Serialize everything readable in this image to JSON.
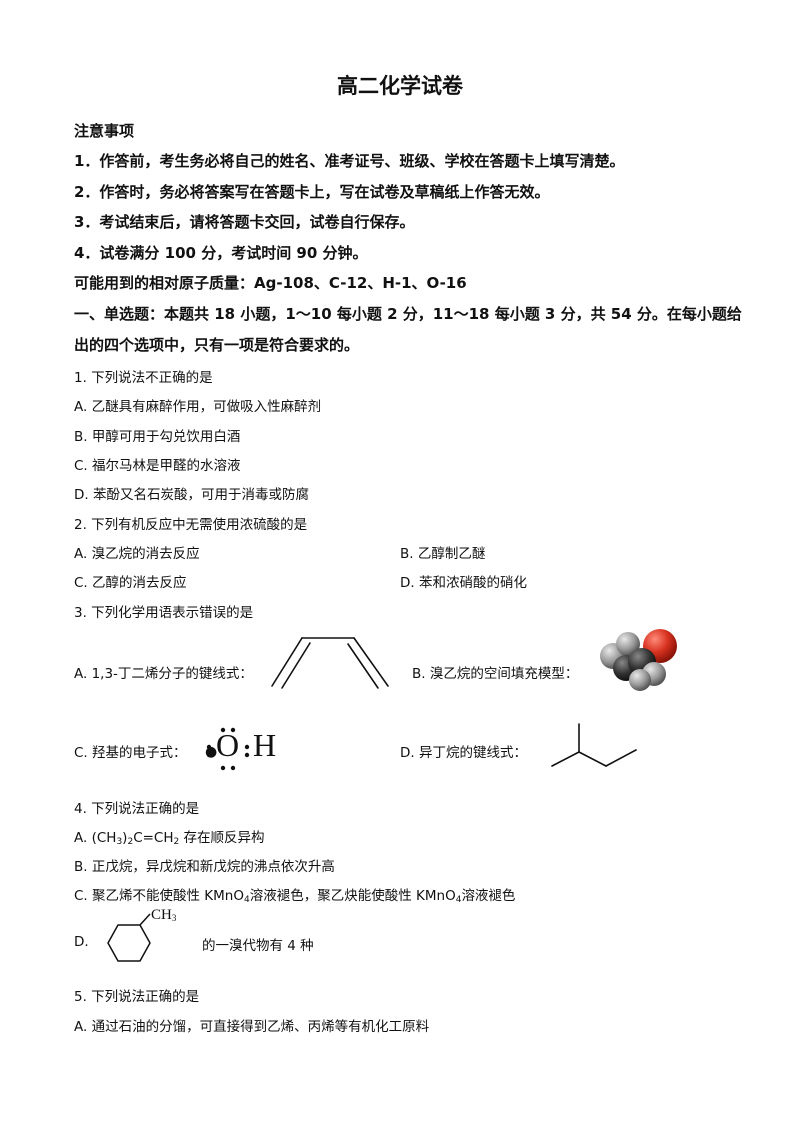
{
  "title": "高二化学试卷",
  "notes": {
    "heading": "注意事项",
    "items": [
      "1．作答前，考生务必将自己的姓名、准考证号、班级、学校在答题卡上填写清楚。",
      "2．作答时，务必将答案写在答题卡上，写在试卷及草稿纸上作答无效。",
      "3．考试结束后，请将答题卡交回，试卷自行保存。",
      "4．试卷满分 100 分，考试时间 90 分钟。"
    ],
    "atomic_masses": "可能用到的相对原子质量：Ag-108、C-12、H-1、O-16"
  },
  "section": {
    "line1": "一、单选题：本题共 18 小题，1～10 每小题 2 分，11～18 每小题 3 分，共 54 分。在每小题给",
    "line2": "出的四个选项中，只有一项是符合要求的。"
  },
  "q1": {
    "stem": "1. 下列说法不正确的是",
    "a": "A. 乙醚具有麻醉作用，可做吸入性麻醉剂",
    "b": "B. 甲醇可用于勾兑饮用白酒",
    "c": "C. 福尔马林是甲醛的水溶液",
    "d": "D. 苯酚又名石炭酸，可用于消毒或防腐"
  },
  "q2": {
    "stem": "2. 下列有机反应中无需使用浓硫酸的是",
    "a": "A. 溴乙烷的消去反应",
    "b": "B. 乙醇制乙醚",
    "c": "C. 乙醇的消去反应",
    "d": "D. 苯和浓硝酸的硝化"
  },
  "q3": {
    "stem": "3. 下列化学用语表示错误的是",
    "a": "A. 1,3-丁二烯分子的键线式：",
    "b": "B. 溴乙烷的空间填充模型：",
    "c": "C. 羟基的电子式：",
    "c_formula": "O",
    "c_h": "H",
    "d": "D. 异丁烷的键线式："
  },
  "q4": {
    "stem": "4.  下列说法正确的是",
    "a_pre": "A. (CH",
    "a_s1": "3",
    "a_mid": ")",
    "a_s2": "2",
    "a_mid2": "C=CH",
    "a_s3": "2",
    "a_post": " 存在顺反异构",
    "b": "B. 正戊烷，异戊烷和新戊烷的沸点依次升高",
    "c_pre": "C. 聚乙烯不能使酸性 KMnO",
    "c_s1": "4",
    "c_mid": "溶液褪色，聚乙炔能使酸性 KMnO",
    "c_s2": "4",
    "c_post": "溶液褪色",
    "d_label": "D.",
    "d_ch3": "CH",
    "d_ch3_sub": "3",
    "d_text": "的一溴代物有 4 种"
  },
  "q5": {
    "stem": "5. 下列说法正确的是",
    "a": "A. 通过石油的分馏，可直接得到乙烯、丙烯等有机化工原料"
  }
}
